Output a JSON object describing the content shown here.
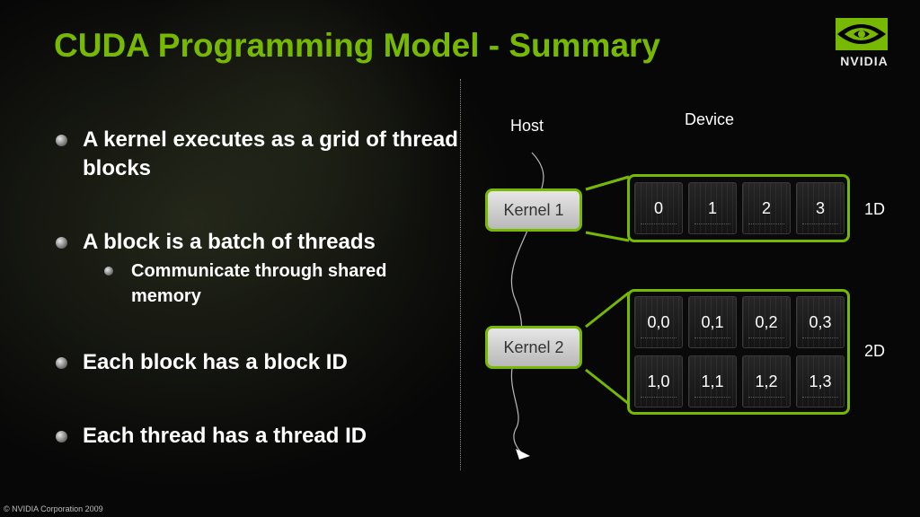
{
  "slide": {
    "title": "CUDA Programming Model - Summary",
    "logo_text": "NVIDIA",
    "footer": "© NVIDIA Corporation 2009",
    "accent_color": "#76b900"
  },
  "bullets": [
    {
      "text": "A kernel executes as a grid of thread blocks"
    },
    {
      "text": "A block is a batch of threads",
      "sub": [
        "Communicate through shared memory"
      ]
    },
    {
      "text": "Each block has a block ID"
    },
    {
      "text": "Each thread has a thread ID"
    }
  ],
  "diagram": {
    "host_label": "Host",
    "device_label": "Device",
    "kernel1": {
      "label": "Kernel 1",
      "dim_label": "1D",
      "blocks": [
        "0",
        "1",
        "2",
        "3"
      ]
    },
    "kernel2": {
      "label": "Kernel 2",
      "dim_label": "2D",
      "blocks": [
        "0,0",
        "0,1",
        "0,2",
        "0,3",
        "1,0",
        "1,1",
        "1,2",
        "1,3"
      ]
    }
  },
  "icons": {
    "logo": "nvidia-eye-icon",
    "bullet": "bullet-dot-icon",
    "flow": "host-flow-arrow-icon"
  }
}
